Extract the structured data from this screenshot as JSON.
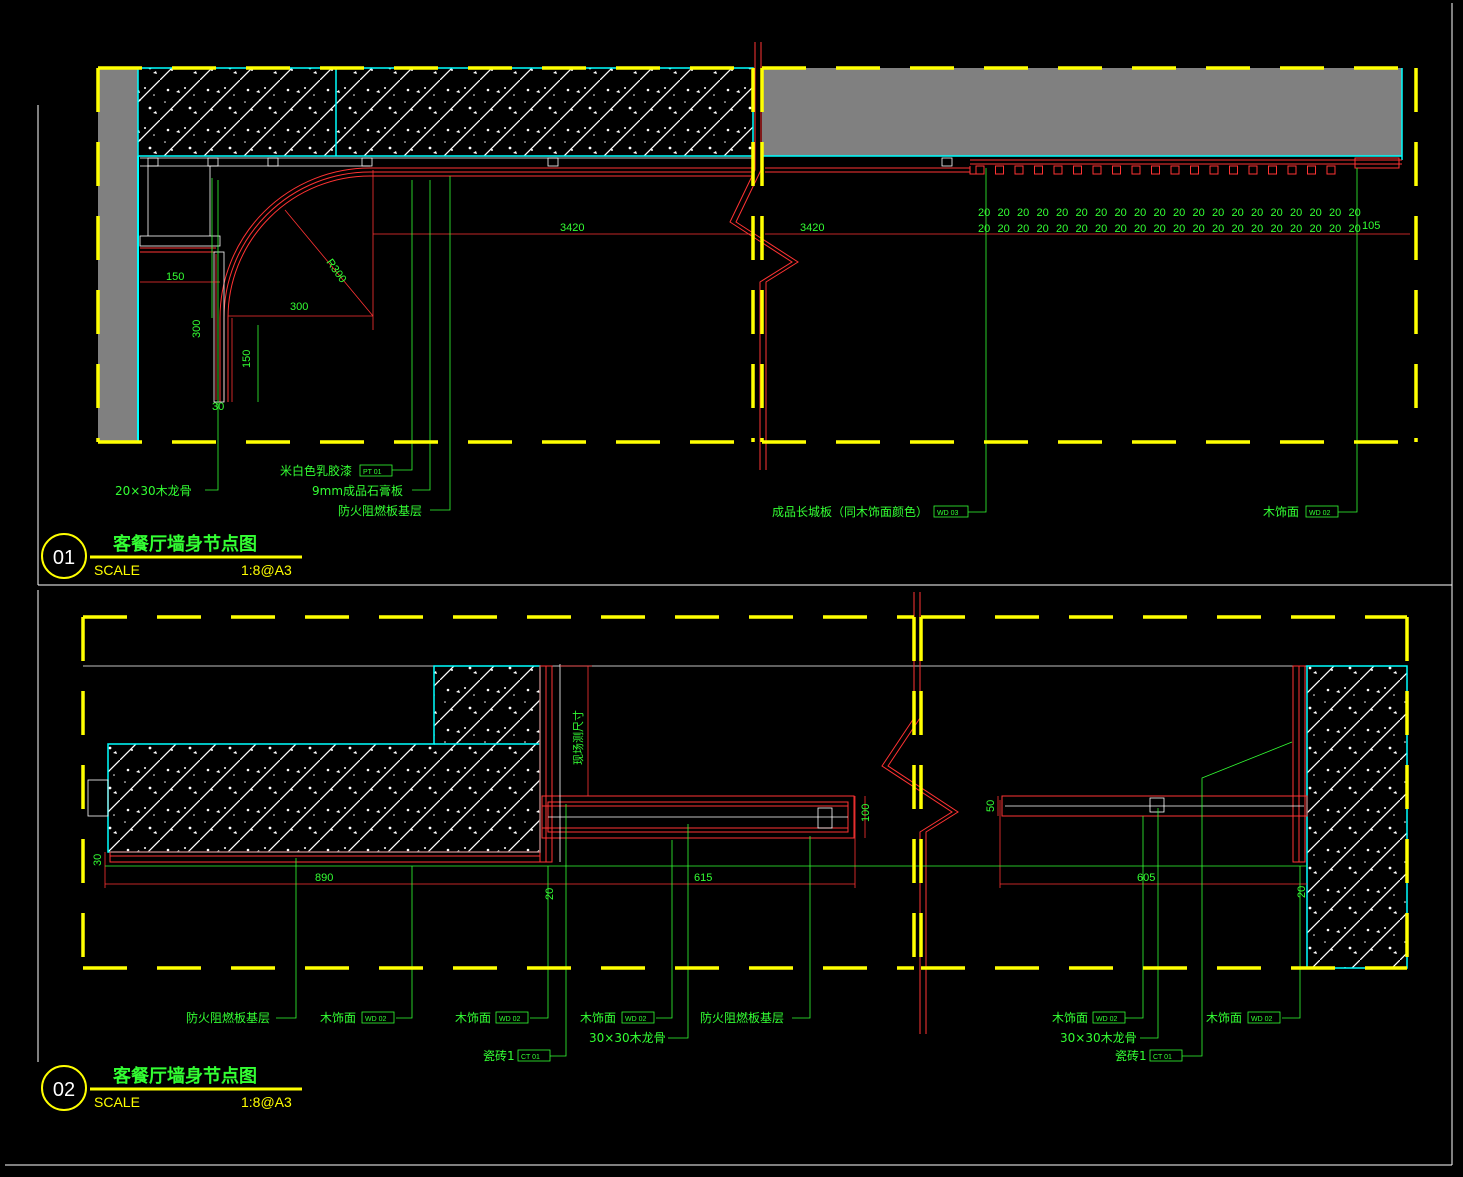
{
  "drawing_01": {
    "number": "01",
    "title": "客餐厅墙身节点图",
    "scale_label": "SCALE",
    "scale_value": "1:8@A3",
    "dims": {
      "d3420_left": "3420",
      "d3420_right": "3420",
      "r300": "R300",
      "d150_h": "150",
      "d300_h": "300",
      "d300_v": "300",
      "d150_v": "150",
      "d30": "30",
      "d105": "105",
      "d20": "20"
    },
    "labels": {
      "l1": "20×30木龙骨",
      "l2": "米白色乳胶漆",
      "l2_tag": "PT 01",
      "l3": "9mm成品石膏板",
      "l4": "防火阻燃板基层",
      "l5": "成品长城板（同木饰面颜色）",
      "l5_tag": "WD 03",
      "l6": "木饰面",
      "l6_tag": "WD 02"
    }
  },
  "drawing_02": {
    "number": "02",
    "title": "客餐厅墙身节点图",
    "scale_label": "SCALE",
    "scale_value": "1:8@A3",
    "dims": {
      "d890": "890",
      "d615": "615",
      "d605": "605",
      "d30": "30",
      "d20a": "20",
      "d20b": "20",
      "d100": "100",
      "d50": "50",
      "site": "现场测尺寸"
    },
    "labels": {
      "a1": "防火阻燃板基层",
      "a2": "木饰面",
      "a2_tag": "WD 02",
      "a3": "木饰面",
      "a3_tag": "WD 02",
      "a4": "瓷砖1",
      "a4_tag": "CT 01",
      "a5": "木饰面",
      "a5_tag": "WD 02",
      "a6": "30×30木龙骨",
      "a7": "防火阻燃板基层",
      "b1": "木饰面",
      "b1_tag": "WD 02",
      "b2": "30×30木龙骨",
      "b3": "瓷砖1",
      "b3_tag": "CT 01",
      "b4": "木饰面",
      "b4_tag": "WD 02"
    }
  },
  "colors": {
    "background": "#000000",
    "outline": "#ffff00",
    "wall": "#00ffff",
    "dimension": "#33ff33",
    "finish": "#ff3333",
    "gray_fill": "#808080"
  }
}
